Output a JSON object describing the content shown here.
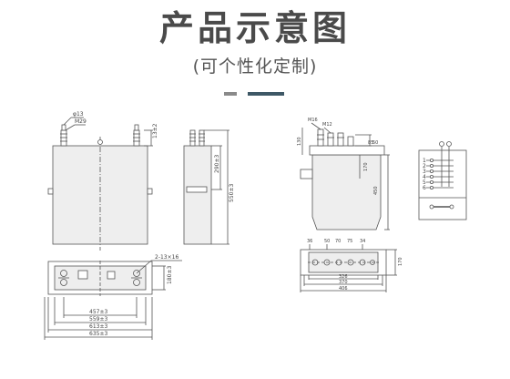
{
  "header": {
    "title": "产品示意图",
    "subtitle": "(可个性化定制)"
  },
  "colors": {
    "title": "#4a4a4a",
    "divider_gray": "#8a8a8a",
    "divider_dark": "#3e5866",
    "line": "#555555",
    "body_fill": "#eeeeee"
  },
  "left_drawing": {
    "front_view": {
      "labels": {
        "d1": "φ13",
        "d2": "M29",
        "h1": "13±2"
      }
    },
    "side_view": {
      "labels": {
        "h2": "290±3",
        "h3": "550±3"
      }
    },
    "top_view": {
      "labels": {
        "hole": "2-13×16",
        "w1": "457±3",
        "w2": "559±3",
        "w3": "613±3",
        "w4": "635±3",
        "d": "180±3"
      }
    }
  },
  "right_drawing": {
    "elevation": {
      "labels": {
        "a": "M16",
        "b": "M12",
        "h1": "130",
        "h2": "85",
        "h3": "50",
        "h4": "170",
        "h5": "450"
      }
    },
    "plan": {
      "labels": {
        "a": "36",
        "b": "50",
        "c": "70",
        "d": "75",
        "e": "34",
        "w1": "326",
        "w2": "370",
        "w3": "406",
        "h": "170"
      }
    }
  },
  "schematic": {
    "terminal_numbers": [
      "1",
      "2",
      "3",
      "4",
      "5",
      "6"
    ]
  }
}
